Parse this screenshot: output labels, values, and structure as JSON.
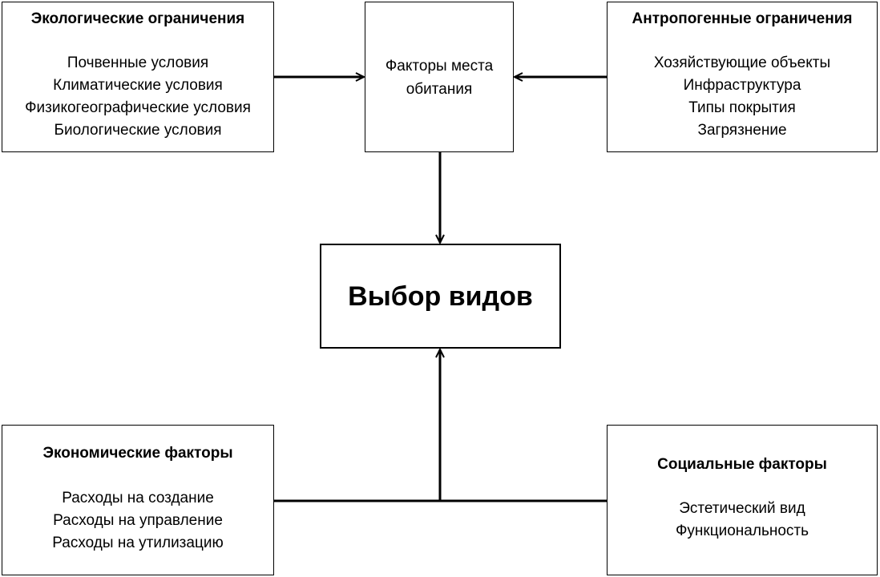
{
  "diagram": {
    "ecological": {
      "title": "Экологические ограничения",
      "items": [
        "Почвенные условия",
        "Климатические условия",
        "Физикогеографические условия",
        "Биологические условия"
      ]
    },
    "habitat": {
      "lines": [
        "Факторы места",
        "обитания"
      ]
    },
    "anthropogenic": {
      "title": "Антропогенные ограничения",
      "items": [
        "Хозяйствующие объекты",
        "Инфраструктура",
        "Типы покрытия",
        "Загрязнение"
      ]
    },
    "species_choice": {
      "title": "Выбор видов"
    },
    "economic": {
      "title": "Экономические факторы",
      "items": [
        "Расходы на создание",
        "Расходы на управление",
        "Расходы на утилизацию"
      ]
    },
    "social": {
      "title": "Социальные факторы",
      "items": [
        "Эстетический вид",
        "Функциональность"
      ]
    },
    "stroke_color": "#000000"
  }
}
